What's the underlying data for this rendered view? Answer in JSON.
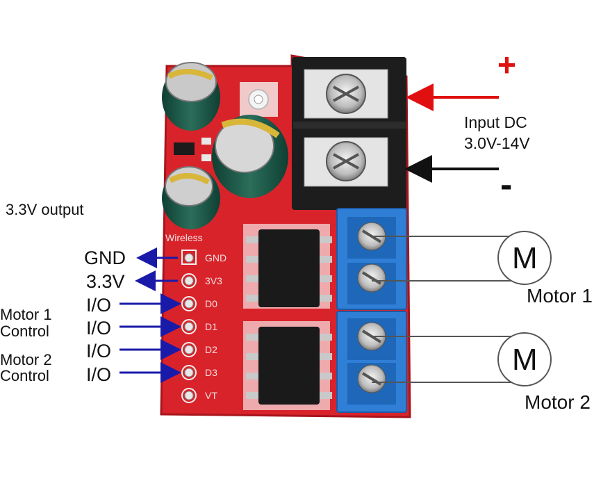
{
  "input": {
    "plus": "+",
    "minus": "-",
    "label_line1": "Input DC",
    "label_line2": "3.0V-14V"
  },
  "output_label": "3.3V output",
  "board": {
    "silk_title": "Wireless",
    "pins": [
      "GND",
      "3V3",
      "D0",
      "D1",
      "D2",
      "D3",
      "VT"
    ]
  },
  "pin_callouts": [
    "GND",
    "3.3V",
    "I/O",
    "I/O",
    "I/O",
    "I/O"
  ],
  "groups": [
    {
      "line1": "Motor 1",
      "line2": "Control"
    },
    {
      "line1": "Motor 2",
      "line2": "Control"
    }
  ],
  "motors": [
    {
      "symbol": "M",
      "label": "Motor 1"
    },
    {
      "symbol": "M",
      "label": "Motor 2"
    }
  ],
  "colors": {
    "board": "#d9232b",
    "terminal_blue": "#2f7fd6",
    "terminal_black": "#1d1d1d",
    "arrow_blue": "#1a1aa8",
    "arrow_red": "#e01010"
  }
}
